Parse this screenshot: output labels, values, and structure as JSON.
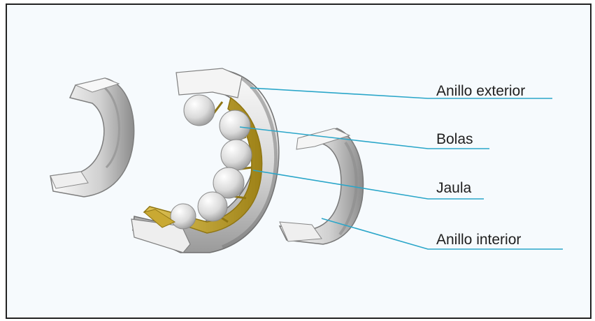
{
  "diagram": {
    "labels": {
      "outer_ring": "Anillo exterior",
      "balls": "Bolas",
      "cage": "Jaula",
      "inner_ring": "Anillo interior"
    },
    "colors": {
      "background": "#f6fafd",
      "frame_border": "#222222",
      "leader_line": "#2aa6c9",
      "metal_light": "#f2f2f2",
      "metal_mid": "#c9c9c9",
      "metal_dark": "#8e8e8e",
      "cage": "#c9a933",
      "cage_dark": "#8f7512"
    }
  }
}
